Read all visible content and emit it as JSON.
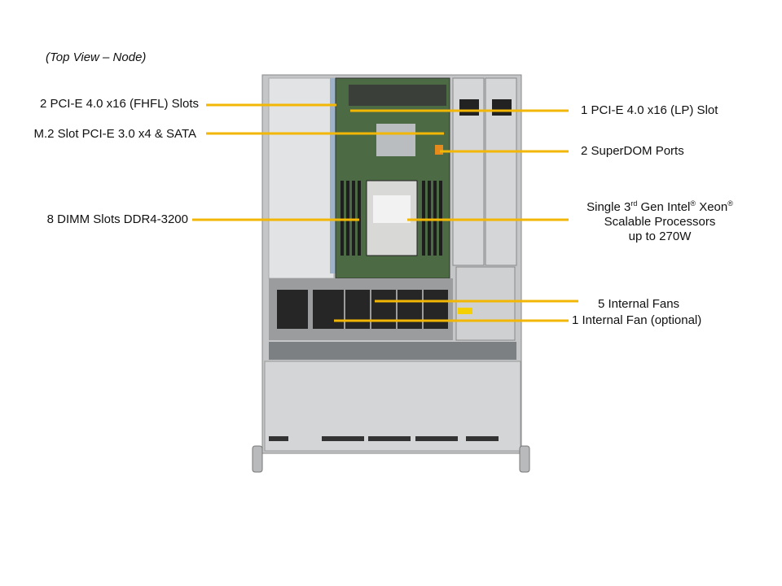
{
  "title": "(Top View – Node)",
  "colors": {
    "leader": "#f2b705",
    "chassis": "#c9cbcc",
    "board": "#4c6b45",
    "fan": "#2a2a2a"
  },
  "labels": {
    "pcie_fhfl": "2 PCI-E 4.0 x16 (FHFL) Slots",
    "m2": "M.2 Slot PCI-E 3.0 x4 & SATA",
    "dimm": "8 DIMM Slots DDR4-3200",
    "pcie_lp": "1 PCI-E 4.0 x16 (LP) Slot",
    "superdom": "2 SuperDOM Ports",
    "cpu": {
      "line1_a": "Single 3",
      "line1_sup1": "rd",
      "line1_b": " Gen Intel",
      "line1_sup2": "®",
      "line1_c": "  Xeon",
      "line1_sup3": "®",
      "line2": "Scalable Processors",
      "line3": "up to 270W"
    },
    "fans": "5 Internal  Fans",
    "fan_optional": "1 Internal  Fan (optional)"
  }
}
